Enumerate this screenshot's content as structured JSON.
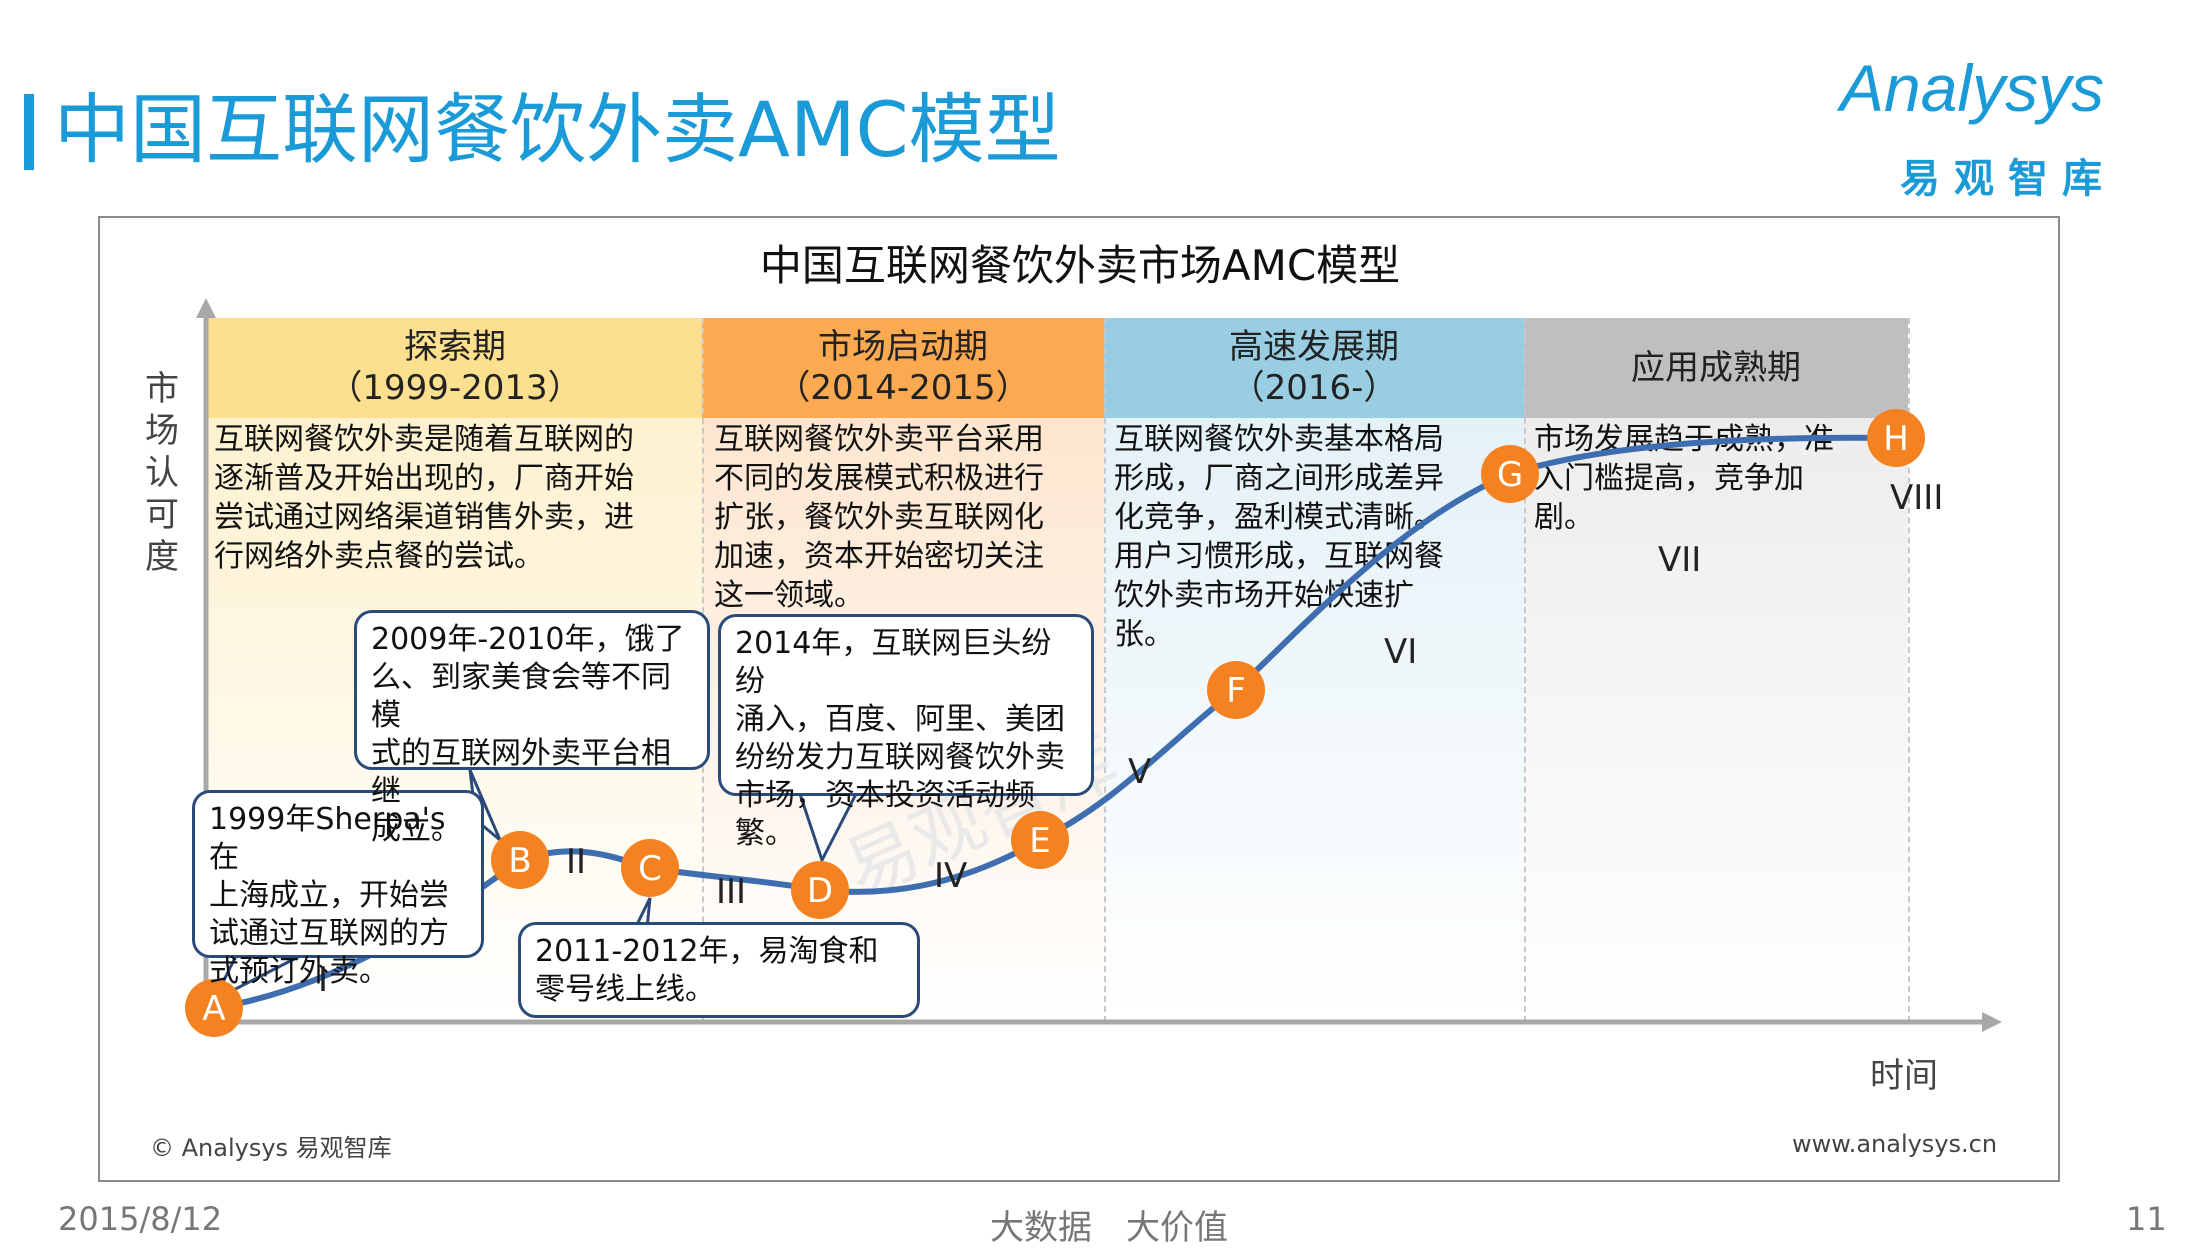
{
  "page_title": "中国互联网餐饮外卖AMC模型",
  "logo": {
    "word": "Analysys",
    "sub": "易观智库"
  },
  "chart_title": "中国互联网餐饮外卖市场AMC模型",
  "y_label": "市场认可度",
  "x_label": "时间",
  "phases": [
    {
      "name": "探索期",
      "period": "（1999-2013）",
      "color": "#fde08f",
      "text": [
        "互联网餐饮外卖是随着互联网的",
        "逐渐普及开始出现的，厂商开始",
        "尝试通过网络渠道销售外卖，进",
        "行网络外卖点餐的尝试。"
      ]
    },
    {
      "name": "市场启动期",
      "period": "（2014-2015）",
      "color": "#fbaa52",
      "text": [
        "互联网餐饮外卖平台采用",
        "不同的发展模式积极进行",
        "扩张，餐饮外卖互联网化",
        "加速，资本开始密切关注",
        "这一领域。"
      ]
    },
    {
      "name": "高速发展期",
      "period": "（2016-）",
      "color": "#99cde2",
      "text": [
        "互联网餐饮外卖基本格局",
        "形成，厂商之间形成差异",
        "化竞争，盈利模式清晰。",
        "用户习惯形成，互联网餐",
        "饮外卖市场开始快速扩",
        "张。"
      ]
    },
    {
      "name": "应用成熟期",
      "period": "",
      "color": "#bfbfbf",
      "text": [
        "市场发展趋于成熟，准",
        "入门槛提高，竞争加",
        "剧。"
      ]
    }
  ],
  "callouts": [
    {
      "id": "c1999",
      "lines": [
        "1999年Sherpa's在",
        "上海成立，开始尝",
        "试通过互联网的方",
        "式预订外卖。"
      ]
    },
    {
      "id": "c2009",
      "lines": [
        "2009年-2010年，饿了",
        "么、到家美食会等不同模",
        "式的互联网外卖平台相继",
        "成立。"
      ]
    },
    {
      "id": "c2011",
      "lines": [
        "2011-2012年，易淘食和",
        "零号线上线。"
      ]
    },
    {
      "id": "c2014",
      "lines": [
        "2014年，互联网巨头纷纷",
        "涌入，百度、阿里、美团",
        "纷纷发力互联网餐饮外卖",
        "市场，资本投资活动频",
        "繁。"
      ]
    }
  ],
  "points": [
    "A",
    "B",
    "C",
    "D",
    "E",
    "F",
    "G",
    "H"
  ],
  "stages": [
    "I",
    "II",
    "III",
    "IV",
    "V",
    "VI",
    "VII",
    "VIII"
  ],
  "watermark": "易观智库",
  "copyright": "© Analysys 易观智库",
  "website": "www.analysys.cn",
  "footer": {
    "date": "2015/8/12",
    "center": "大数据　大价值",
    "page": "11"
  },
  "colors": {
    "accent": "#1a9ad6",
    "point": "#f58220",
    "curve": "#3e6eb0",
    "callout_border": "#2a4a7a"
  }
}
